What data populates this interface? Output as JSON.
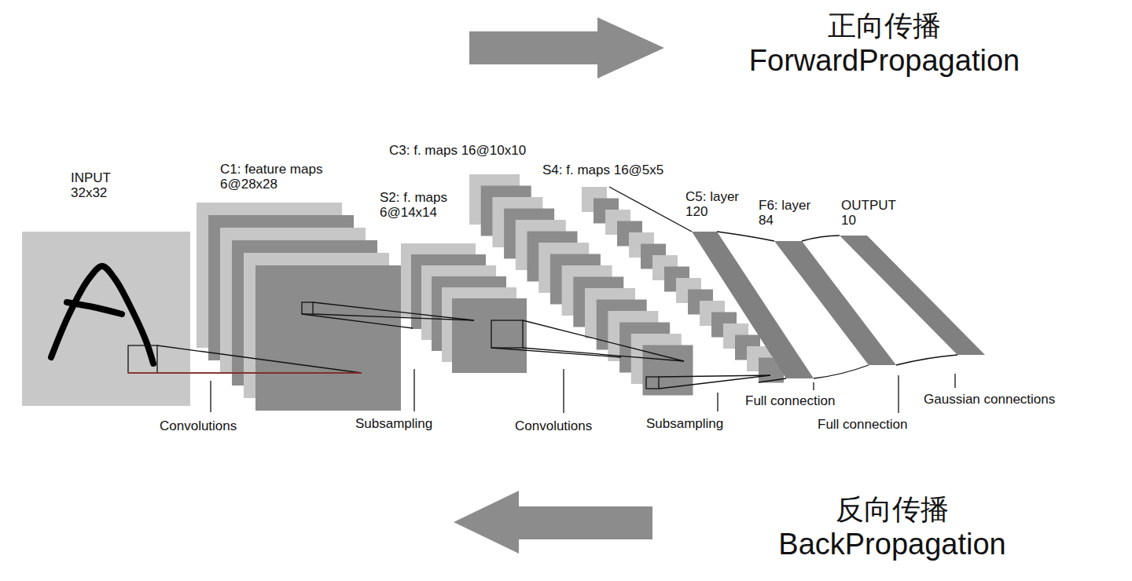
{
  "diagram": {
    "nodes": [
      {
        "text": [
          "INPUT 32x32"
        ]
      },
      {
        "text": [
          "C1: feature maps 6@28x28"
        ]
      },
      {
        "text": [
          "S2: f. maps 6@14x14"
        ]
      },
      {
        "text": [
          "C3: f. maps 16@10x10"
        ]
      },
      {
        "text": [
          "S4: f. maps 16@5x5"
        ]
      },
      {
        "text": [
          "C5: layer 120"
        ]
      },
      {
        "text": [
          "F6: layer 84"
        ]
      },
      {
        "text": [
          "OUTPUT 10"
        ]
      }
    ],
    "labels": [
      "正向传播",
      "ForwardPropagation",
      "Convolutions",
      "Subsampling",
      "Convolutions",
      "Subsampling",
      "Full connection",
      "Full connection",
      "Gaussian connections",
      "反向传播",
      "BackPropagation"
    ]
  }
}
